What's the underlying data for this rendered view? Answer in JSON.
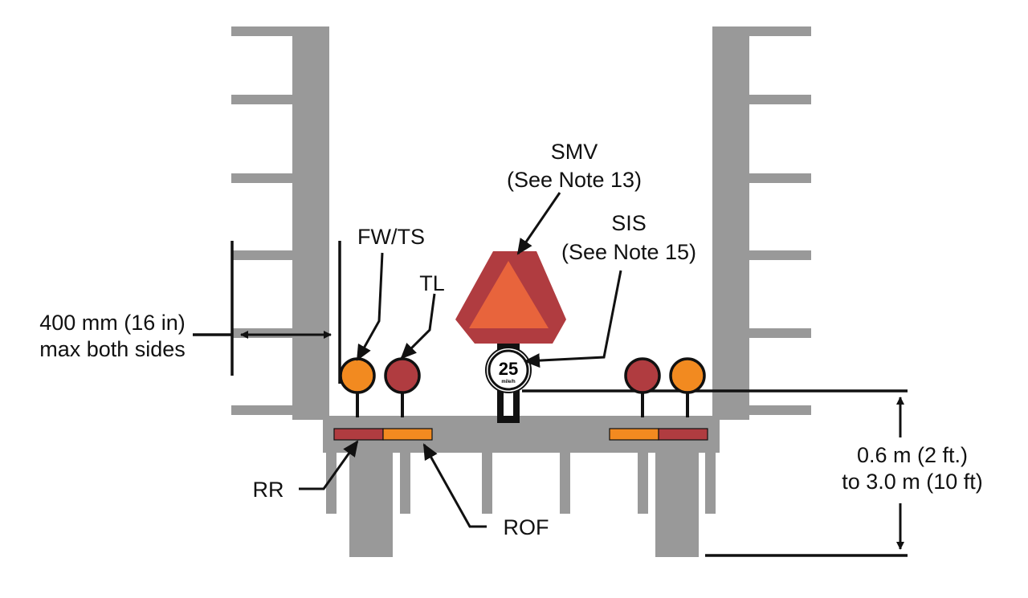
{
  "colors": {
    "structure_gray": "#999999",
    "lamp_red": "#b03c40",
    "lamp_amber": "#f28a20",
    "smv_border": "#b03c40",
    "smv_center": "#e8643c",
    "ink": "#111111"
  },
  "labels": {
    "smv_title": "SMV",
    "smv_note": "(See Note 13)",
    "sis_title": "SIS",
    "sis_note": "(See Note 15)",
    "fw_ts": "FW/TS",
    "tl": "TL",
    "rr": "RR",
    "rof": "ROF",
    "width_line1": "400 mm (16 in)",
    "width_line2": "max both sides",
    "height_line1": "0.6 m (2 ft.)",
    "height_line2": "to 3.0 m (10 ft)"
  },
  "speed_sign": {
    "value": "25",
    "unit": "mile/h"
  },
  "lamps": [
    {
      "name": "left-fw-ts-lamp",
      "color": "amber"
    },
    {
      "name": "left-tl-lamp",
      "color": "red"
    },
    {
      "name": "right-tl-lamp",
      "color": "red"
    },
    {
      "name": "right-fw-ts-lamp",
      "color": "amber"
    }
  ],
  "reflectors": [
    {
      "name": "left-rr-reflector",
      "color": "red"
    },
    {
      "name": "left-rof-reflector",
      "color": "amber"
    },
    {
      "name": "right-rof-reflector",
      "color": "amber"
    },
    {
      "name": "right-rr-reflector",
      "color": "red"
    }
  ]
}
